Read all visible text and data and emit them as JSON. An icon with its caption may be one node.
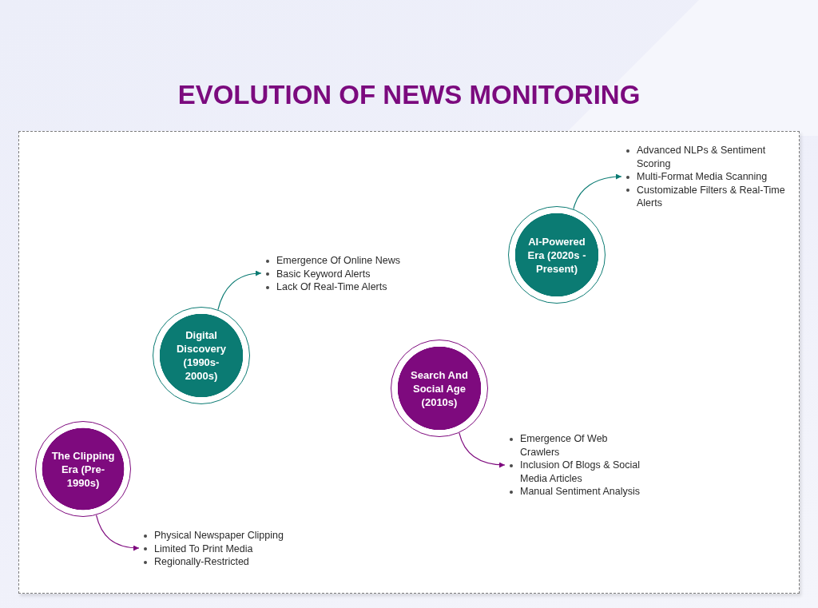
{
  "diagram": {
    "title": "EVOLUTION OF NEWS MONITORING",
    "nodes": [
      {
        "text": [
          "The Clipping Era (Pre-1990s)"
        ]
      },
      {
        "text": [
          "Physical Newspaper Clipping",
          "Limited To Print Media",
          "Regionally-Restricted"
        ]
      },
      {
        "text": [
          "Digital Discovery (1990s-2000s)"
        ]
      },
      {
        "text": [
          "Emergence Of Online News",
          "Basic Keyword Alerts",
          "Lack Of Real-Time Alerts"
        ]
      },
      {
        "text": [
          "Search And Social Age (2010s)"
        ]
      },
      {
        "text": [
          "Emergence Of Web Crawlers",
          "Inclusion Of Blogs & Social Media Articles",
          "Manual Sentiment Analysis"
        ]
      },
      {
        "text": [
          "AI-Powered Era (2020s - Present)"
        ]
      },
      {
        "text": [
          "Advanced NLPs & Sentiment Scoring",
          "Multi-Format Media Scanning",
          "Customizable Filters & Real-Time Alerts"
        ]
      }
    ],
    "edges": [
      {
        "from": 0,
        "to": 1,
        "arrow": "to",
        "color": "#7e0a7e"
      },
      {
        "from": 2,
        "to": 3,
        "arrow": "to",
        "color": "#0b7b73"
      },
      {
        "from": 4,
        "to": 5,
        "arrow": "to",
        "color": "#7e0a7e"
      },
      {
        "from": 6,
        "to": 7,
        "arrow": "to",
        "color": "#0b7b73"
      }
    ]
  }
}
